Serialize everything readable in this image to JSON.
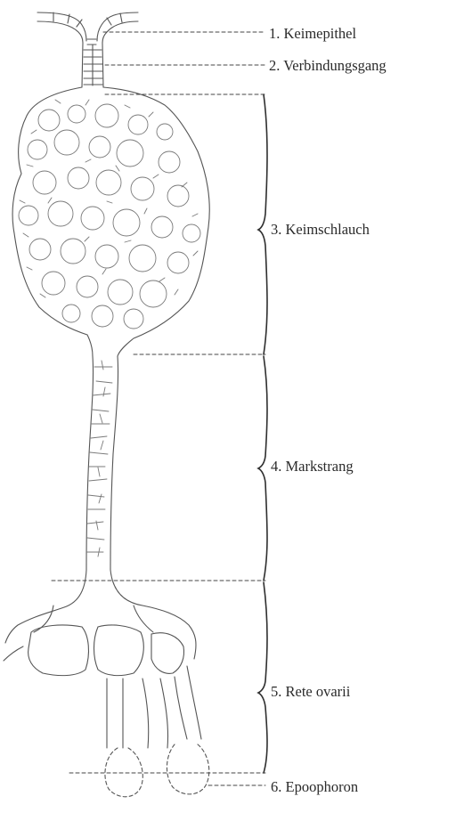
{
  "labels": [
    {
      "id": "keimepithel",
      "text": "1. Keimepithel"
    },
    {
      "id": "verbindungsgang",
      "text": "2. Verbindungsgang"
    },
    {
      "id": "keimschlauch",
      "text": "3. Keimschlauch"
    },
    {
      "id": "markstrang",
      "text": "4. Markstrang"
    },
    {
      "id": "rete-ovarii",
      "text": "5. Rete ovarii"
    },
    {
      "id": "epoophoron",
      "text": "6. Epoophoron"
    }
  ],
  "colors": {
    "ink": "#2a2a2a",
    "line": "#555555",
    "cell": "#8a8a8a"
  }
}
